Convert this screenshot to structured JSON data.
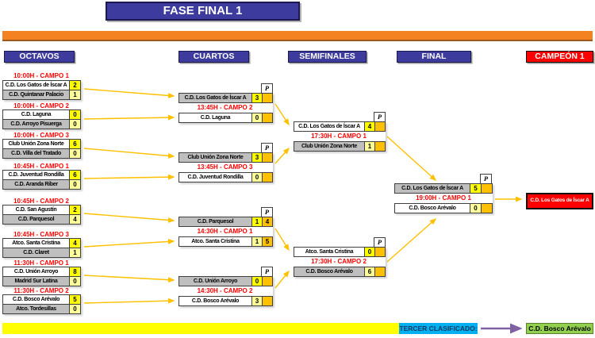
{
  "title": "FASE FINAL 1",
  "p_label": "P",
  "headers": {
    "octavos": "OCTAVOS",
    "cuartos": "CUARTOS",
    "semifinales": "SEMIFINALES",
    "final": "FINAL",
    "campeon": "CAMPEÓN 1"
  },
  "octavos": [
    {
      "time": "10:00H - CAMPO 1",
      "home": {
        "name": "C.D. Los Gatos de Íscar A",
        "score": "2"
      },
      "away": {
        "name": "C.D. Quintanar Palacio",
        "score": "1"
      }
    },
    {
      "time": "10:00H - CAMPO 2",
      "home": {
        "name": "C.D. Laguna",
        "score": "0"
      },
      "away": {
        "name": "C.D. Arroyo Pisuerga",
        "score": "0"
      }
    },
    {
      "time": "10:00H - CAMPO 3",
      "home": {
        "name": "Club Unión Zona Norte",
        "score": "6"
      },
      "away": {
        "name": "C.D. Villa del Tratado",
        "score": "0"
      }
    },
    {
      "time": "10:45H - CAMPO 1",
      "home": {
        "name": "C.D. Juventud Rondilla",
        "score": "6"
      },
      "away": {
        "name": "C.D. Aranda Riber",
        "score": "0"
      }
    },
    {
      "time": "10:45H - CAMPO 2",
      "home": {
        "name": "C.D. San Agustín",
        "score": "2"
      },
      "away": {
        "name": "C.D. Parquesol",
        "score": "4"
      }
    },
    {
      "time": "10:45H - CAMPO 3",
      "home": {
        "name": "Atco. Santa Cristina",
        "score": "4"
      },
      "away": {
        "name": "C.D. Claret",
        "score": "1"
      }
    },
    {
      "time": "11:30H - CAMPO 1",
      "home": {
        "name": "C.D. Unión Arroyo",
        "score": "8"
      },
      "away": {
        "name": "Madrid Sur Latina",
        "score": "0"
      }
    },
    {
      "time": "11:30H - CAMPO 2",
      "home": {
        "name": "C.D. Bosco Arévalo",
        "score": "5"
      },
      "away": {
        "name": "Atco. Tordesillas",
        "score": "0"
      }
    }
  ],
  "cuartos": [
    {
      "time": "13:45H - CAMPO 2",
      "home": {
        "name": "C.D. Los Gatos de Íscar A",
        "score": "3",
        "pen": ""
      },
      "away": {
        "name": "C.D. Laguna",
        "score": "0",
        "pen": ""
      }
    },
    {
      "time": "13:45H - CAMPO 3",
      "home": {
        "name": "Club Unión Zona Norte",
        "score": "3",
        "pen": ""
      },
      "away": {
        "name": "C.D. Juventud Rondilla",
        "score": "0",
        "pen": ""
      }
    },
    {
      "time": "14:30H - CAMPO 1",
      "home": {
        "name": "C.D. Parquesol",
        "score": "1",
        "pen": "4"
      },
      "away": {
        "name": "Atco. Santa Cristina",
        "score": "1",
        "pen": "5"
      }
    },
    {
      "time": "14:30H - CAMPO 2",
      "home": {
        "name": "C.D. Unión Arroyo",
        "score": "0",
        "pen": ""
      },
      "away": {
        "name": "C.D. Bosco Arévalo",
        "score": "3",
        "pen": ""
      }
    }
  ],
  "semifinales": [
    {
      "time": "17:30H - CAMPO 1",
      "home": {
        "name": "C.D. Los Gatos de Íscar A",
        "score": "4",
        "pen": ""
      },
      "away": {
        "name": "Club Unión Zona Norte",
        "score": "1",
        "pen": ""
      }
    },
    {
      "time": "17:30H - CAMPO 2",
      "home": {
        "name": "Atco. Santa Cristina",
        "score": "0",
        "pen": ""
      },
      "away": {
        "name": "C.D. Bosco Arévalo",
        "score": "6",
        "pen": ""
      }
    }
  ],
  "final": {
    "time": "19:00H - CAMPO 1",
    "home": {
      "name": "C.D. Los Gatos de Íscar A",
      "score": "5",
      "pen": ""
    },
    "away": {
      "name": "C.D. Bosco Arévalo",
      "score": "0",
      "pen": ""
    }
  },
  "campeon_team": "C.D. Los Gatos de Íscar A",
  "tercer": {
    "label": "TERCER CLASIFICADO:",
    "team": "C.D. Bosco Arévalo"
  },
  "colors": {
    "header_blue": "#3D3C9E",
    "bar_orange": "#F58220",
    "score_yellow": "#FFFF00",
    "score_pale_yellow": "#FFFF99",
    "penalty_amber": "#FFC000",
    "red": "#FF0000",
    "row_gray": "#BFBFBF",
    "third_cyan": "#00B0F0",
    "third_green": "#92D050",
    "arrow_purple": "#7E62A1",
    "connector_gold": "#FFC000"
  }
}
